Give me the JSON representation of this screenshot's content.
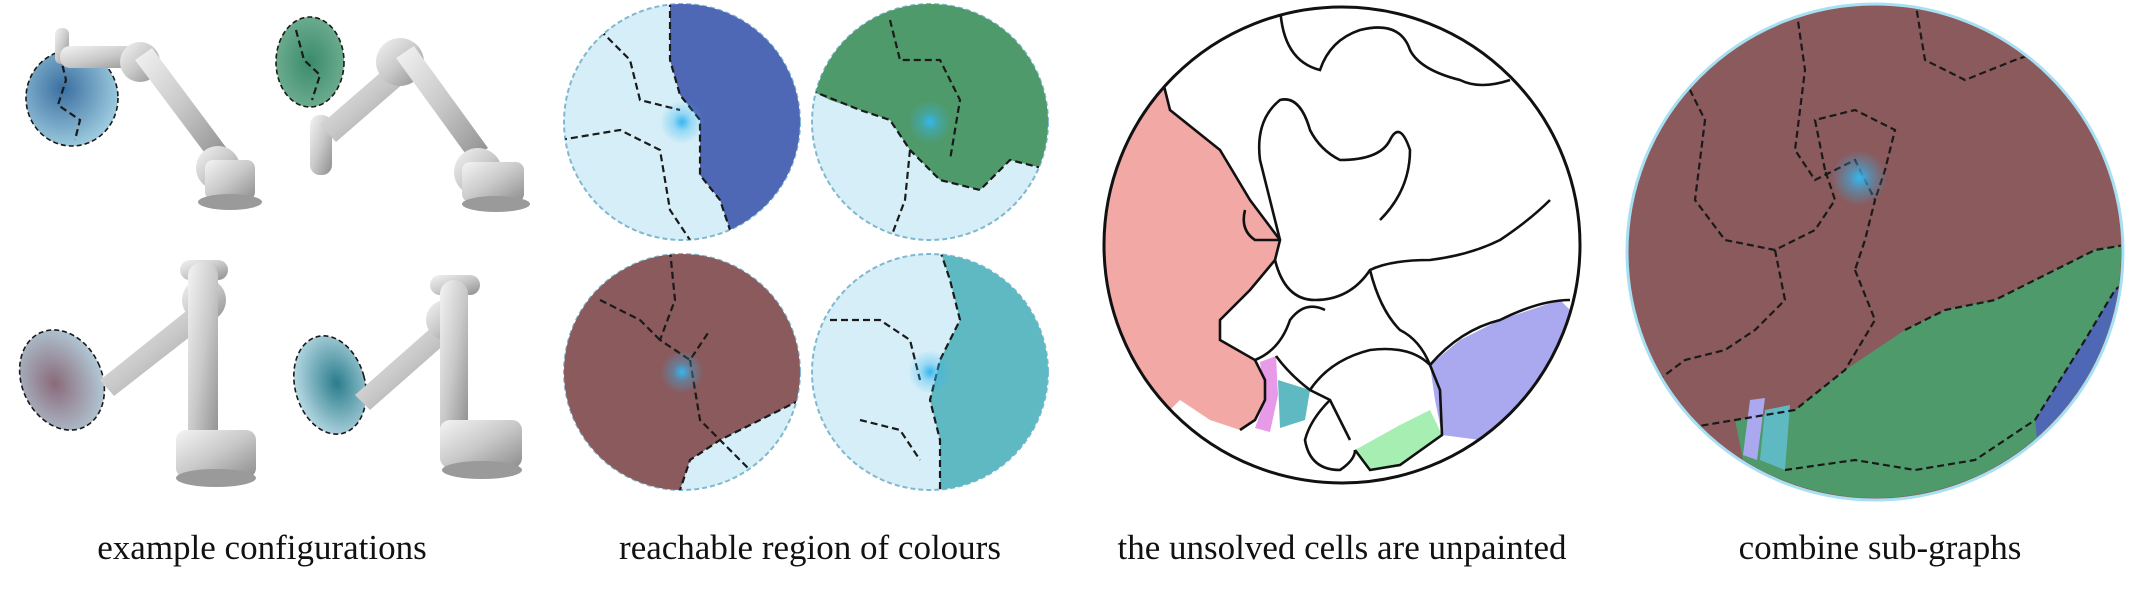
{
  "captions": {
    "panel1": "example configurations",
    "panel2": "reachable region of colours",
    "panel3": "the unsolved cells are unpainted",
    "panel4": "combine sub-graphs"
  },
  "colors": {
    "light_blue": "#d6eef8",
    "blue": "#4f68b6",
    "green": "#4f9a6a",
    "maroon": "#8a5a5c",
    "teal": "#5fb9c2",
    "salmon": "#f2a9a6",
    "magenta": "#e79ae8",
    "mint": "#a6eeb1",
    "lavender": "#aaa9ef",
    "cyan_glow": "#35b6ef"
  }
}
